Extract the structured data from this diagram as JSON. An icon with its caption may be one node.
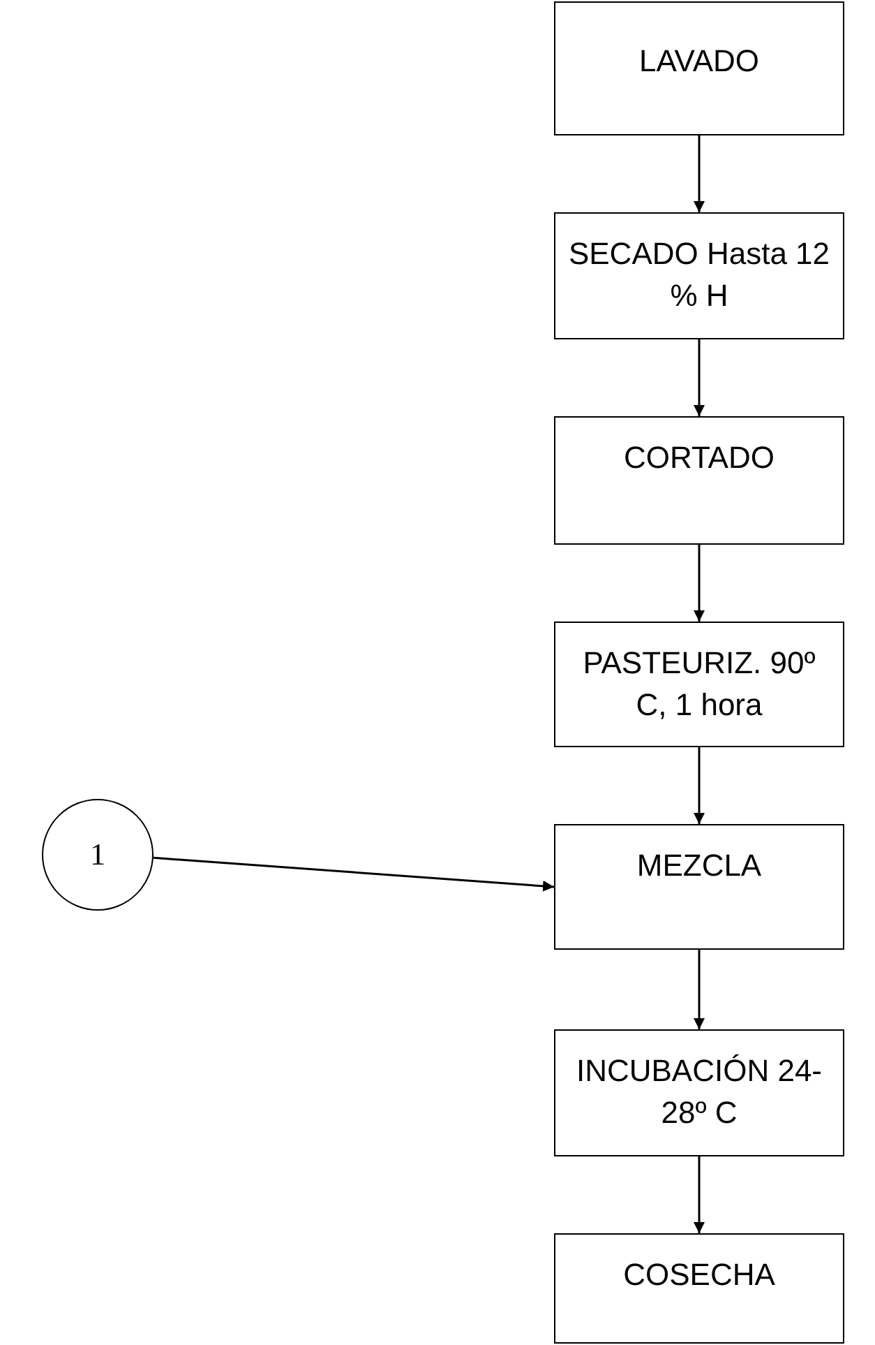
{
  "diagram": {
    "nodes": [
      {
        "text": [
          "LAVADO"
        ]
      },
      {
        "text": [
          "SECADO Hasta 12 % H"
        ]
      },
      {
        "text": [
          "CORTADO"
        ]
      },
      {
        "text": [
          "PASTEURIZ. 90º C, 1 hora"
        ]
      },
      {
        "text": [
          "1"
        ]
      },
      {
        "text": [
          "MEZCLA"
        ]
      },
      {
        "text": [
          "INCUBACIÓN 24-28º C"
        ]
      },
      {
        "text": [
          "COSECHA"
        ]
      }
    ],
    "edges": [
      {
        "from": 0,
        "to": 1,
        "arrow": "to"
      },
      {
        "from": 1,
        "to": 2,
        "arrow": "to"
      },
      {
        "from": 2,
        "to": 3,
        "arrow": "to"
      },
      {
        "from": 3,
        "to": 5,
        "arrow": "to"
      },
      {
        "from": 4,
        "to": 5,
        "arrow": "to"
      },
      {
        "from": 5,
        "to": 6,
        "arrow": "to"
      },
      {
        "from": 6,
        "to": 7,
        "arrow": "to"
      }
    ]
  }
}
